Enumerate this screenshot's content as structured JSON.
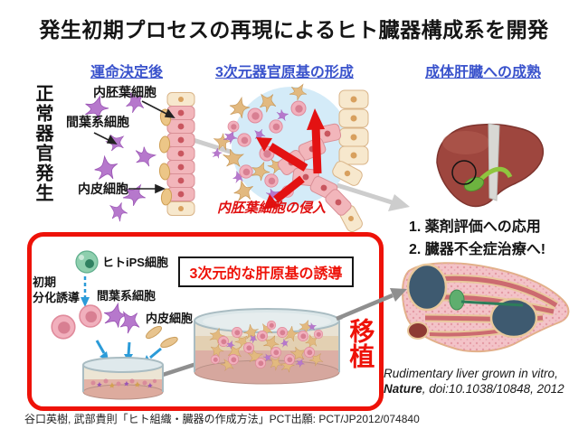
{
  "title": "発生初期プロセスの再現によるヒト臓器構成系を開発",
  "stages": {
    "fate": "運命決定後",
    "organ_bud": "3次元器官原基の形成",
    "maturation": "成体肝臓への成熟"
  },
  "left_panel": {
    "vertical_label": "正常器官発生",
    "endoderm_label": "内胚葉細胞",
    "mesenchyme_label": "間葉系細胞",
    "endothelium_label": "内皮細胞"
  },
  "center_panel": {
    "invasion_caption": "内胚葉細胞の侵入"
  },
  "right_panel": {
    "applications": [
      "1. 薬剤評価への応用",
      "2. 臓器不全症治療へ!"
    ]
  },
  "experiment_box": {
    "ips_label": "ヒトiPS細胞",
    "induction_label": "初期\n分化誘導",
    "mesenchyme_label": "間葉系細胞",
    "endothelium_label": "内皮細胞",
    "goal_label": "3次元的な肝原基の誘導",
    "transplant_label": "移植"
  },
  "citation": {
    "line1": "Rudimentary liver grown in vitro,",
    "journal": "Nature",
    "rest": ", doi:10.1038/10848, 2012"
  },
  "footer": "谷口英樹, 武部貴則「ヒト組織・臓器の作成方法」PCT出願: PCT/JP2012/074840",
  "colors": {
    "header_blue": "#3a53cc",
    "accent_red": "#ee1208",
    "arrow_gray": "#cdcdcd",
    "transplant_arrow_gray": "#8f8f8f",
    "circle_blue": "#d4ebf8",
    "liver_red": "#9e463e",
    "ips_green": "#8ecfae",
    "mesenchyme_purple": "#b678cc",
    "endothelium_tan": "#e2b97f",
    "epithelium_pink": "#f1b0bd"
  }
}
